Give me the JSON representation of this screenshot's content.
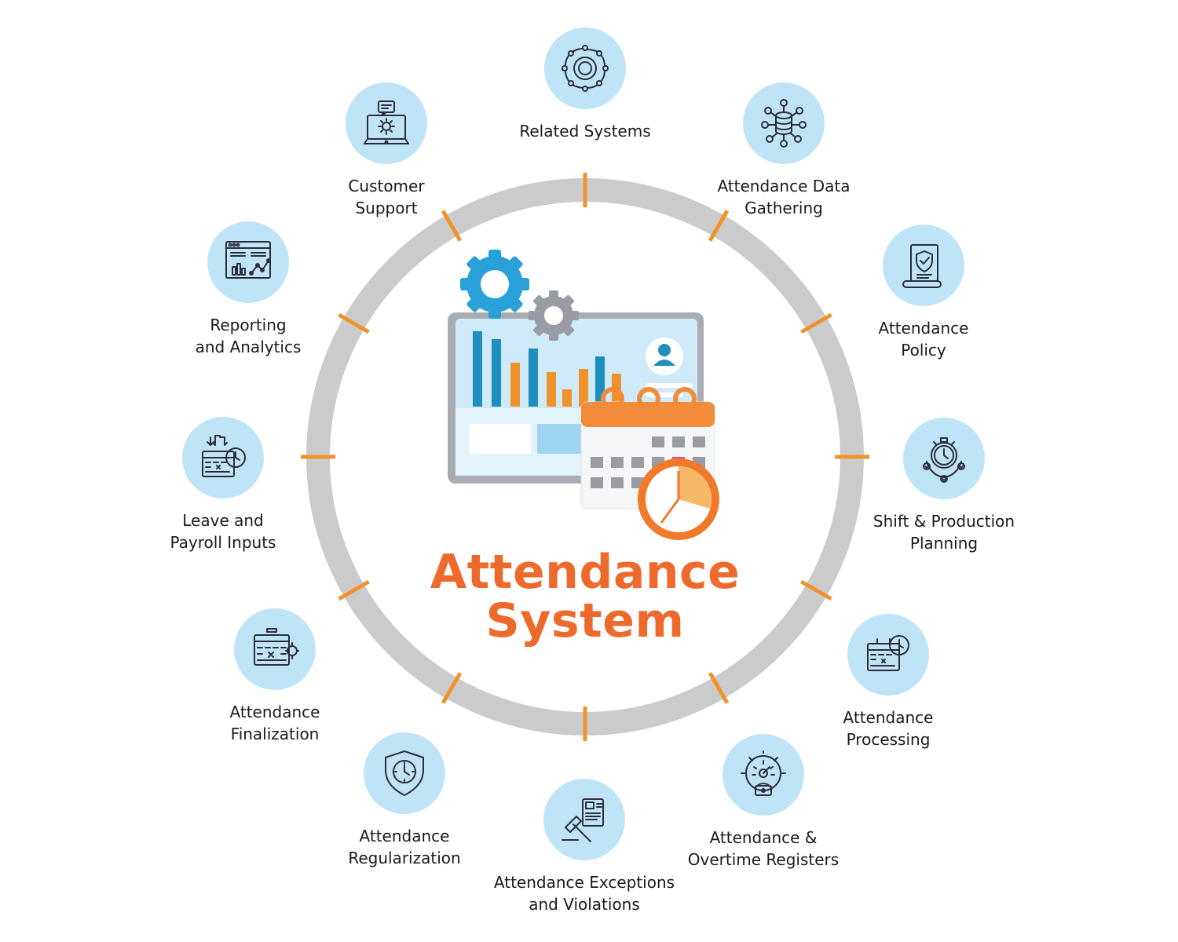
{
  "title": "Attendance\nSystem",
  "colors": {
    "accent": "#ee6a2c",
    "ring": "#cbcbcb",
    "tick": "#f0922c",
    "icon_bg": "#bfe4f7",
    "icon_stroke": "#2d2d3a"
  },
  "modules": [
    {
      "label": "Related Systems",
      "icon": "network-gear-icon"
    },
    {
      "label": "Attendance Data\nGathering",
      "icon": "database-users-icon"
    },
    {
      "label": "Attendance\nPolicy",
      "icon": "policy-shield-document-icon"
    },
    {
      "label": "Shift & Production\nPlanning",
      "icon": "stopwatch-icon"
    },
    {
      "label": "Attendance\nProcessing",
      "icon": "calendar-clock-icon"
    },
    {
      "label": "Attendance &\nOvertime Registers",
      "icon": "dashboard-user-icon"
    },
    {
      "label": "Attendance Exceptions\nand Violations",
      "icon": "gavel-document-icon"
    },
    {
      "label": "Attendance\nRegularization",
      "icon": "shield-clock-icon"
    },
    {
      "label": "Attendance\nFinalization",
      "icon": "calendar-gear-icon"
    },
    {
      "label": "Leave and\nPayroll Inputs",
      "icon": "calendar-clock-arrows-icon"
    },
    {
      "label": "Reporting\nand Analytics",
      "icon": "report-chart-icon"
    },
    {
      "label": "Customer\nSupport",
      "icon": "laptop-support-icon"
    }
  ]
}
